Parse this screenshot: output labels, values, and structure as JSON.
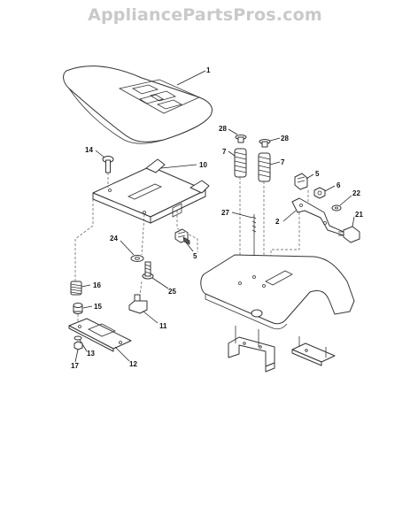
{
  "watermark": "AppliancePartsPros.com",
  "callouts": {
    "c1": "1",
    "c10": "10",
    "c14": "14",
    "c28a": "28",
    "c28b": "28",
    "c7a": "7",
    "c7b": "7",
    "c5a": "5",
    "c6": "6",
    "c22": "22",
    "c27": "27",
    "c2": "2",
    "c21": "21",
    "c24": "24",
    "c5b": "5",
    "c16": "16",
    "c25": "25",
    "c15": "15",
    "c11": "11",
    "c13": "13",
    "c17": "17",
    "c12": "12"
  },
  "colors": {
    "line": "#333333",
    "watermark": "#c9c9c9",
    "background": "#ffffff"
  }
}
